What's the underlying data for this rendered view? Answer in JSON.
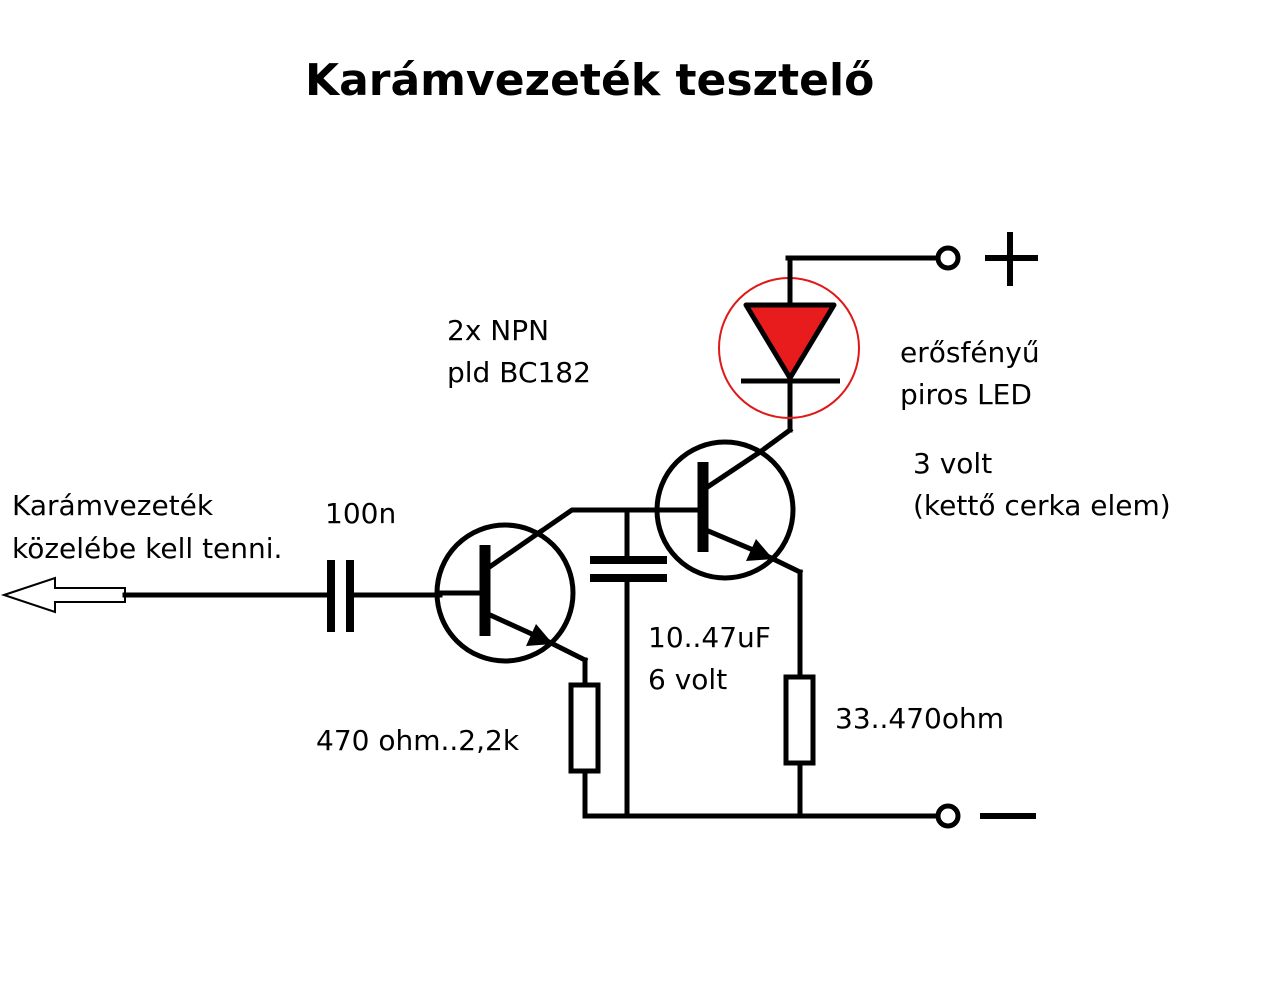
{
  "title": "Karámvezeték tesztelő",
  "labels": {
    "input_line1": "Karámvezeték",
    "input_line2": "közelébe kell tenni.",
    "capacitor_in": "100n",
    "transistors_line1": "2x NPN",
    "transistors_line2": "pld BC182",
    "led_line1": "erősfényű",
    "led_line2": "piros LED",
    "supply_line1": "3 volt",
    "supply_line2": "(kettő cerka elem)",
    "cap_value_line1": "10..47uF",
    "cap_value_line2": "6 volt",
    "r1_value": "470 ohm..2,2k",
    "r2_value": "33..470ohm"
  },
  "colors": {
    "led_fill": "#e81c1c",
    "led_ring": "#e01818",
    "ink": "#000000"
  },
  "icons": {
    "input_arrow": "hollow-left-arrow-icon",
    "plus_terminal": "plus-icon",
    "minus_terminal": "minus-icon"
  }
}
